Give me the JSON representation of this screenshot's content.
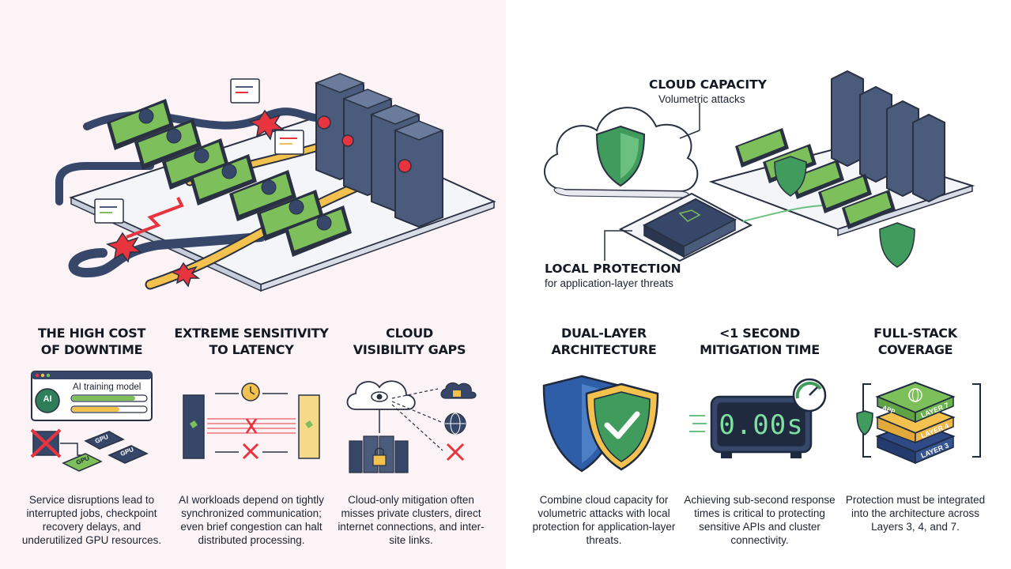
{
  "left": {
    "hero_labels": {
      "flow_windows": [
        "",
        "",
        ""
      ]
    },
    "columns": [
      {
        "heading_line1": "THE HIGH COST",
        "heading_line2": "OF DOWNTIME",
        "icon_label": "AI training model",
        "icon_badge": "AI",
        "chip_label": "GPU",
        "description": "Service disruptions lead to interrupted jobs, checkpoint recovery delays, and underutilized GPU resources."
      },
      {
        "heading_line1": "EXTREME SENSITIVITY",
        "heading_line2": "TO LATENCY",
        "description": "AI workloads depend on tightly synchronized communication; even brief congestion can halt distributed processing."
      },
      {
        "heading_line1": "CLOUD",
        "heading_line2": "VISIBILITY GAPS",
        "description": "Cloud-only mitigation often misses private clusters, direct internet connections, and inter-site links."
      }
    ]
  },
  "right": {
    "callouts": {
      "cloud_title": "CLOUD CAPACITY",
      "cloud_sub": "Volumetric attacks",
      "local_title": "LOCAL PROTECTION",
      "local_sub": "for application-layer threats"
    },
    "columns": [
      {
        "heading_line1": "DUAL-LAYER",
        "heading_line2": "ARCHITECTURE",
        "description": "Combine cloud capacity for volumetric attacks with local protection for application-layer threats."
      },
      {
        "heading_line1": "<1 SECOND",
        "heading_line2": "MITIGATION TIME",
        "timer_value": "0.00s",
        "description": "Achieving sub-second response times is critical to protecting sensitive APIs and cluster connectivity."
      },
      {
        "heading_line1": "FULL-STACK",
        "heading_line2": "COVERAGE",
        "layers": [
          "LAYER 7",
          "LAYER 4",
          "LAYER 3"
        ],
        "layer_tag": "APP",
        "description": "Protection must be integrated into the architecture across Layers 3, 4, and 7."
      }
    ]
  },
  "colors": {
    "navy": "#36476a",
    "gpu_green": "#7dbf5a",
    "threat_red": "#e8343f",
    "flow_yellow": "#f2c14e",
    "shield_green": "#3f9c5c",
    "shield_blue": "#2f5ea8",
    "left_bg": "#fbf3f5"
  }
}
